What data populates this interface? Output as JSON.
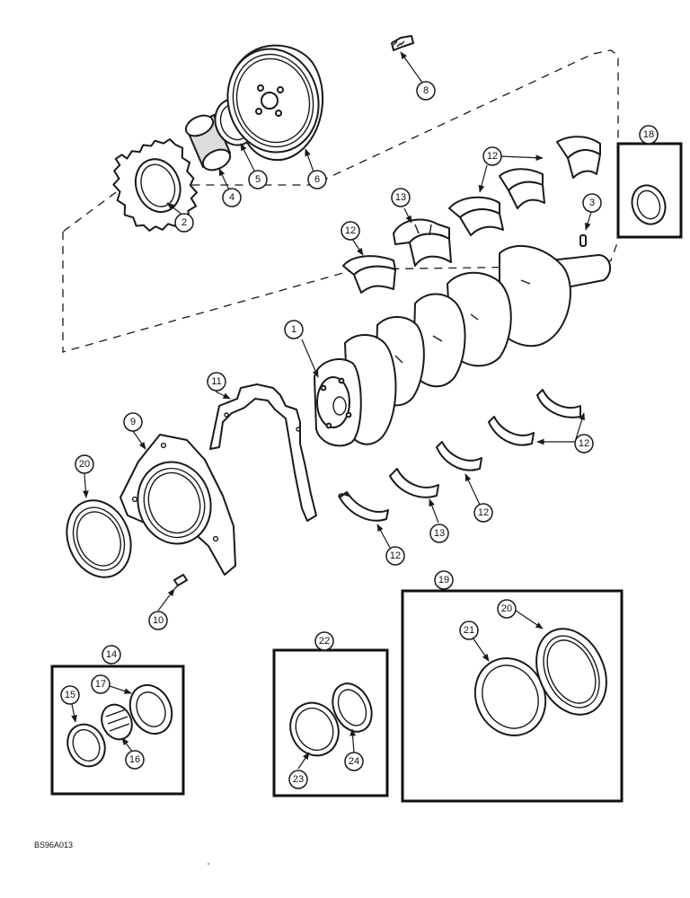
{
  "labels": {
    "c1": "1",
    "c2": "2",
    "c3": "3",
    "c4": "4",
    "c5": "5",
    "c6": "6",
    "c8": "8",
    "c9": "9",
    "c10": "10",
    "c11": "11",
    "c12a": "12",
    "c12b": "12",
    "c12c": "12",
    "c12d": "12",
    "c12e": "12",
    "c13a": "13",
    "c13b": "13",
    "c14": "14",
    "c15": "15",
    "c16": "16",
    "c17": "17",
    "c18": "18",
    "c19": "19",
    "c20a": "20",
    "c20b": "20",
    "c21": "21",
    "c22": "22",
    "c23": "23",
    "c24": "24"
  },
  "figure_code": "BS96A013"
}
